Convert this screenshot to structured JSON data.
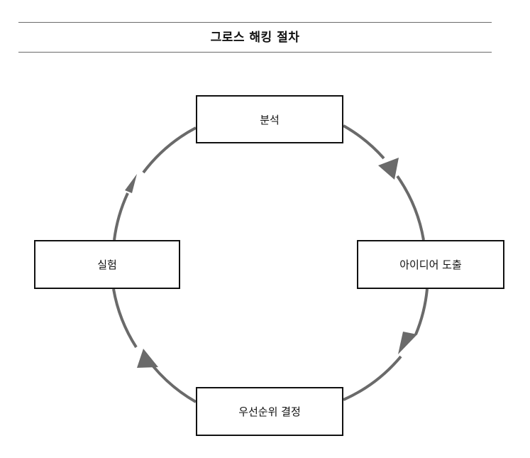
{
  "title": "그로스 해킹 절차",
  "steps": {
    "top": "분석",
    "right": "아이디어 도출",
    "bottom": "우선순위 결정",
    "left": "실험"
  },
  "colors": {
    "arc": "#6a6a6a",
    "box_border": "#111111",
    "rule": "#6a6a6a"
  }
}
